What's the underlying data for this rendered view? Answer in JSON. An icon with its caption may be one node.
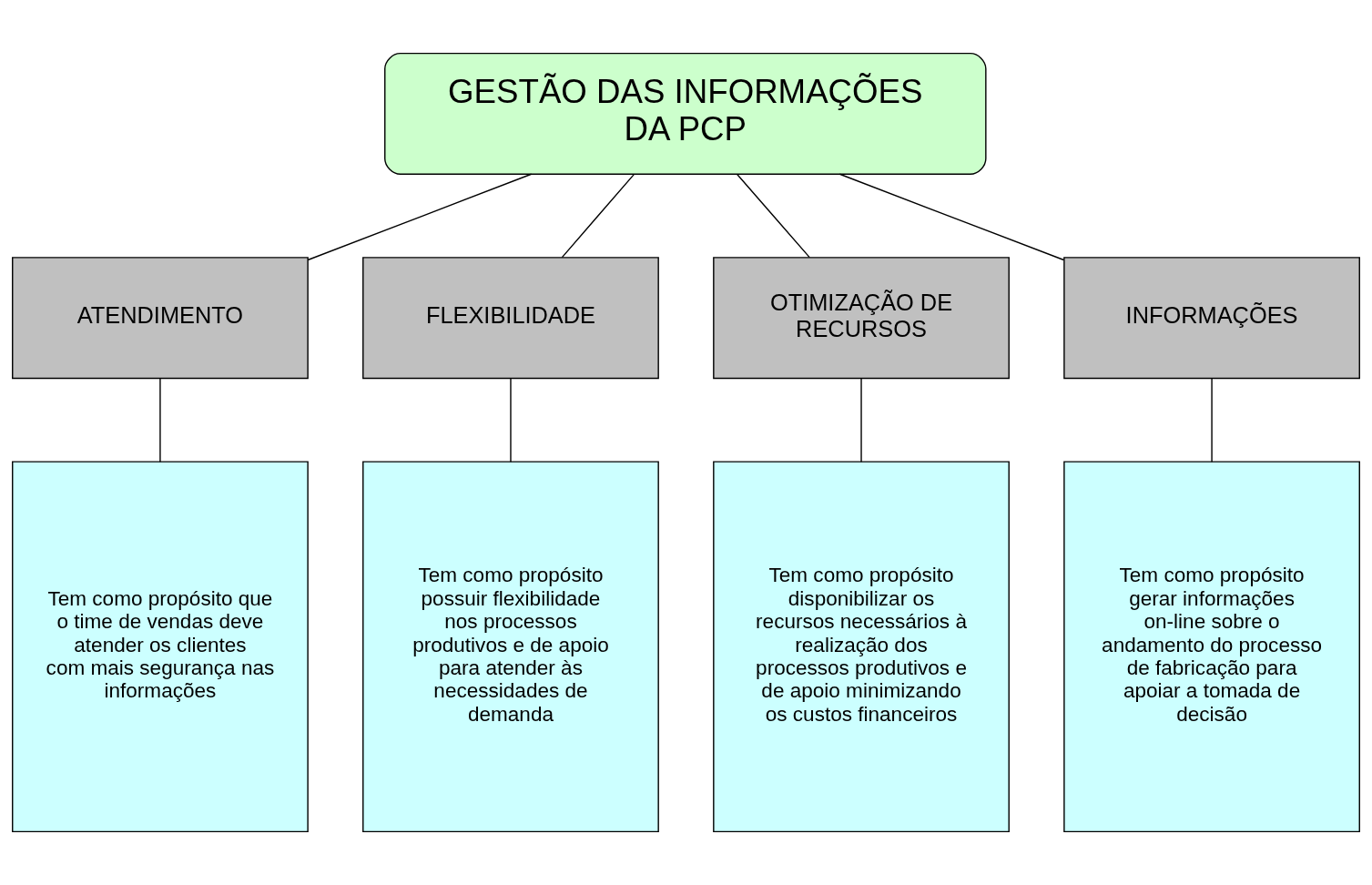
{
  "diagram": {
    "nodes": [
      {
        "text": [
          "GESTÃO DAS INFORMAÇÕES DA PCP"
        ]
      },
      {
        "text": [
          "ATENDIMENTO"
        ]
      },
      {
        "text": [
          "FLEXIBILIDADE"
        ]
      },
      {
        "text": [
          "OTIMIZAÇÃO DE RECURSOS"
        ]
      },
      {
        "text": [
          "INFORMAÇÕES"
        ]
      },
      {
        "text": [
          "Tem como propósito que o time de vendas deve atender os clientes com mais segurança nas informações"
        ]
      },
      {
        "text": [
          "Tem como propósito possuir flexibilidade nos processos produtivos e de apoio para atender às necessidades de demanda"
        ]
      },
      {
        "text": [
          "Tem como propósito disponibilizar os recursos necessários à realização dos processos produtivos e de apoio minimizando os custos financeiros"
        ]
      },
      {
        "text": [
          "Tem como propósito gerar informações on-line sobre o andamento do processo de fabricação para apoiar a tomada de decisão"
        ]
      }
    ],
    "edges": [
      {
        "from": 0,
        "to": 1,
        "arrow": "none"
      },
      {
        "from": 0,
        "to": 2,
        "arrow": "none"
      },
      {
        "from": 0,
        "to": 3,
        "arrow": "none"
      },
      {
        "from": 0,
        "to": 4,
        "arrow": "none"
      },
      {
        "from": 1,
        "to": 5,
        "arrow": "none"
      },
      {
        "from": 2,
        "to": 6,
        "arrow": "none"
      },
      {
        "from": 3,
        "to": 7,
        "arrow": "none"
      },
      {
        "from": 4,
        "to": 8,
        "arrow": "none"
      }
    ]
  }
}
